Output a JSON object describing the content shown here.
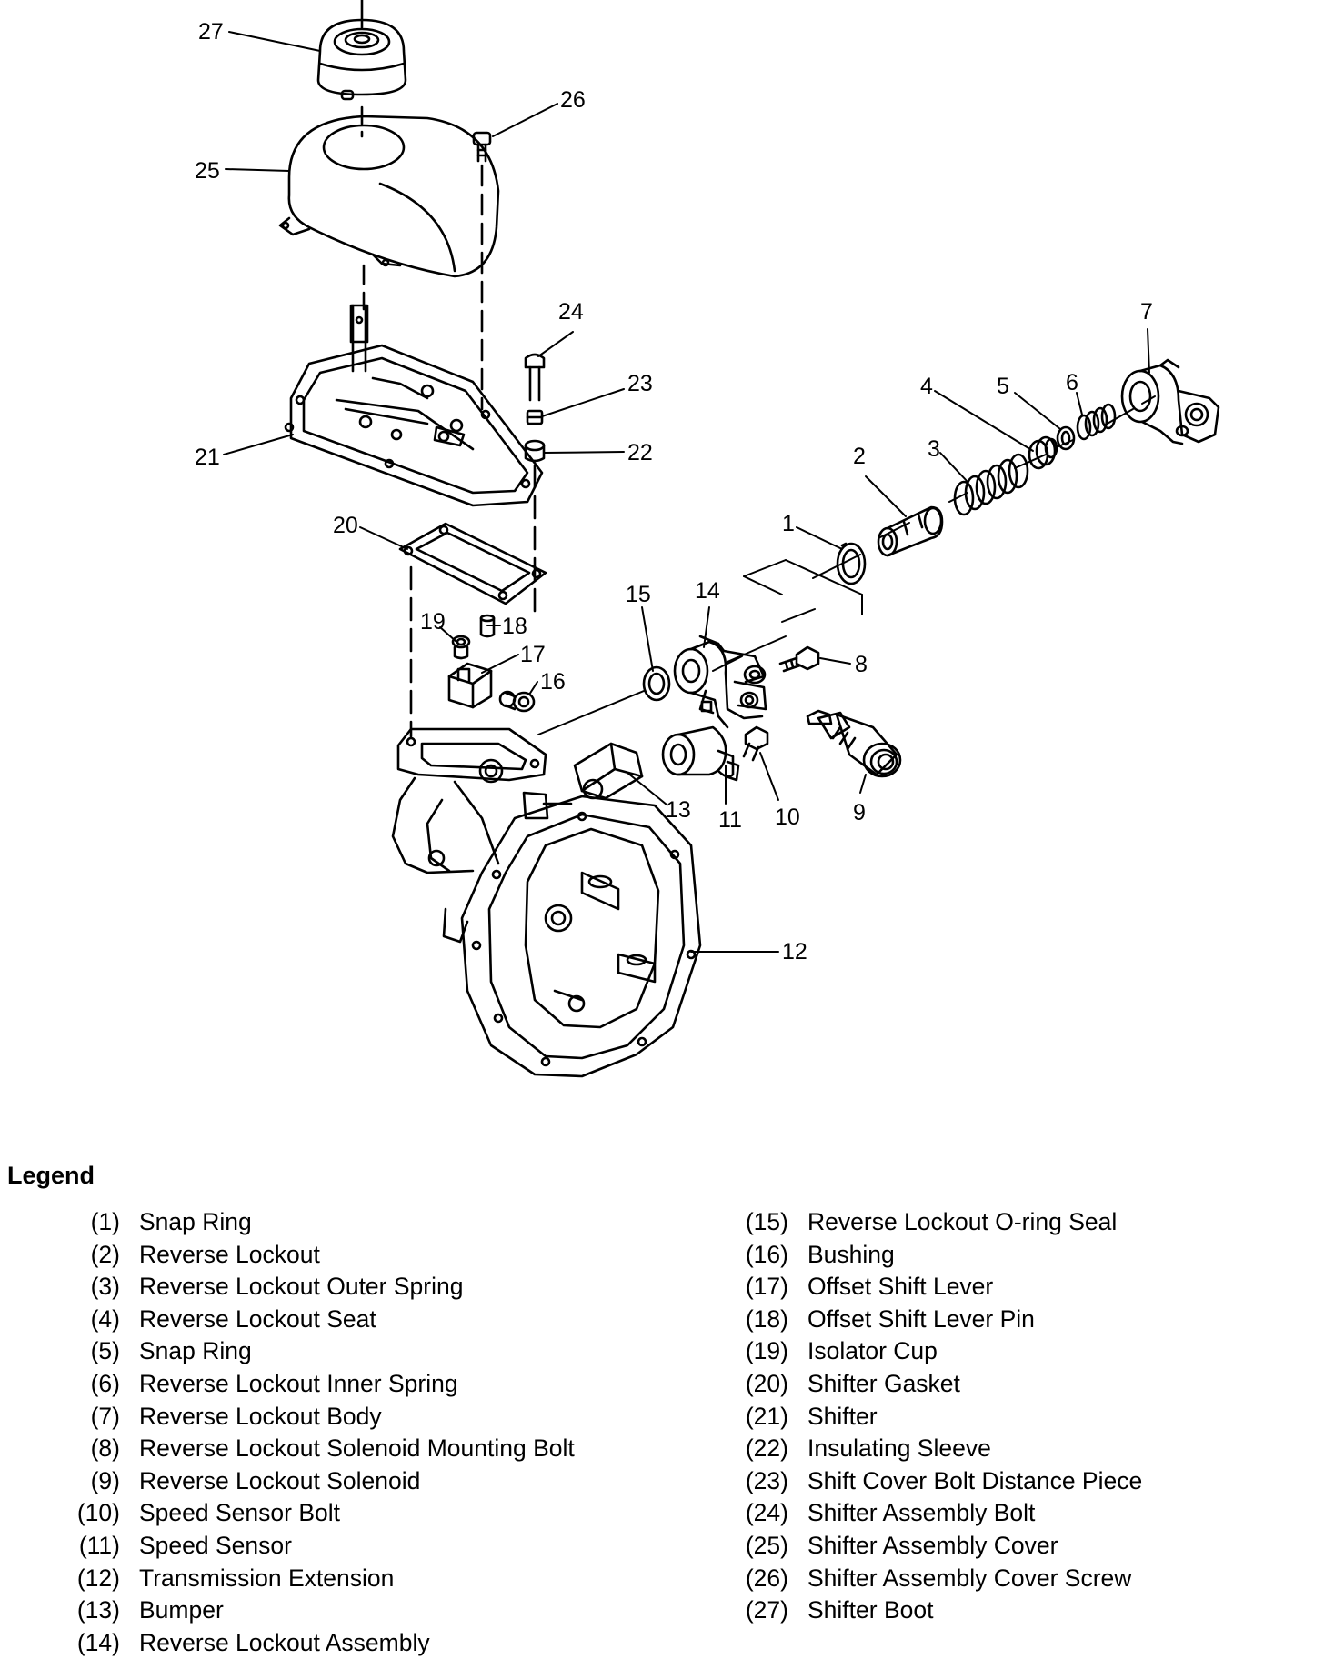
{
  "diagram": {
    "callouts": [
      "1",
      "2",
      "3",
      "4",
      "5",
      "6",
      "7",
      "8",
      "9",
      "10",
      "11",
      "12",
      "13",
      "14",
      "15",
      "16",
      "17",
      "18",
      "19",
      "20",
      "21",
      "22",
      "23",
      "24",
      "25",
      "26",
      "27"
    ]
  },
  "legend": {
    "title": "Legend",
    "left": [
      {
        "num": "(1)",
        "label": "Snap Ring"
      },
      {
        "num": "(2)",
        "label": "Reverse Lockout"
      },
      {
        "num": "(3)",
        "label": "Reverse Lockout Outer Spring"
      },
      {
        "num": "(4)",
        "label": "Reverse Lockout Seat"
      },
      {
        "num": "(5)",
        "label": "Snap Ring"
      },
      {
        "num": "(6)",
        "label": "Reverse Lockout Inner Spring"
      },
      {
        "num": "(7)",
        "label": "Reverse Lockout Body"
      },
      {
        "num": "(8)",
        "label": "Reverse Lockout Solenoid Mounting Bolt"
      },
      {
        "num": "(9)",
        "label": "Reverse Lockout Solenoid"
      },
      {
        "num": "(10)",
        "label": "Speed Sensor Bolt"
      },
      {
        "num": "(11)",
        "label": "Speed Sensor"
      },
      {
        "num": "(12)",
        "label": "Transmission Extension"
      },
      {
        "num": "(13)",
        "label": "Bumper"
      },
      {
        "num": "(14)",
        "label": "Reverse Lockout Assembly"
      }
    ],
    "right": [
      {
        "num": "(15)",
        "label": "Reverse Lockout O-ring Seal"
      },
      {
        "num": "(16)",
        "label": "Bushing"
      },
      {
        "num": "(17)",
        "label": "Offset Shift Lever"
      },
      {
        "num": "(18)",
        "label": "Offset Shift Lever Pin"
      },
      {
        "num": "(19)",
        "label": "Isolator Cup"
      },
      {
        "num": "(20)",
        "label": "Shifter Gasket"
      },
      {
        "num": "(21)",
        "label": "Shifter"
      },
      {
        "num": "(22)",
        "label": "Insulating Sleeve"
      },
      {
        "num": "(23)",
        "label": "Shift Cover Bolt Distance Piece"
      },
      {
        "num": "(24)",
        "label": "Shifter Assembly Bolt"
      },
      {
        "num": "(25)",
        "label": "Shifter Assembly Cover"
      },
      {
        "num": "(26)",
        "label": "Shifter Assembly Cover Screw"
      },
      {
        "num": "(27)",
        "label": "Shifter Boot"
      }
    ]
  }
}
